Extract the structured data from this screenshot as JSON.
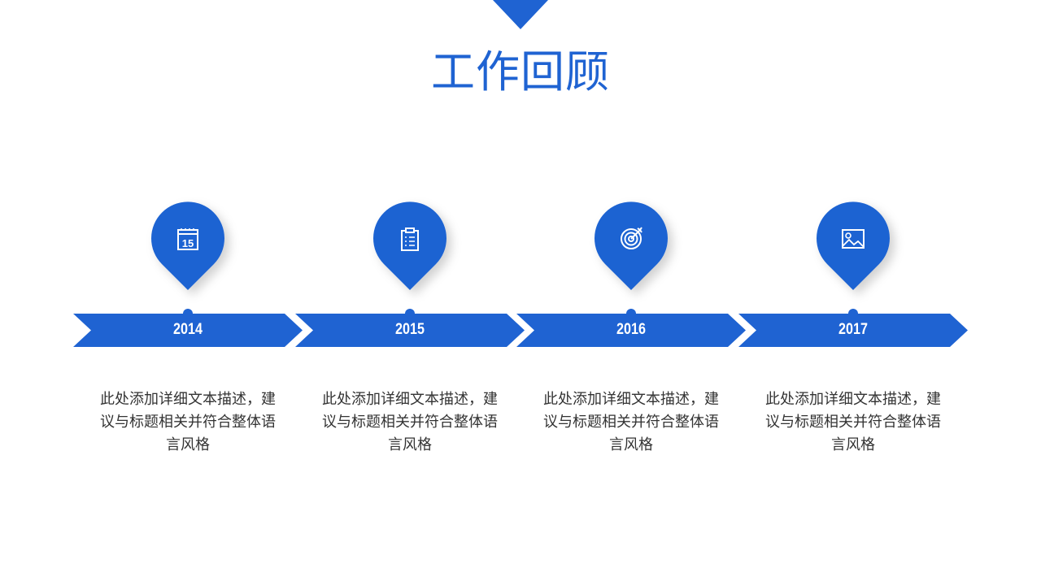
{
  "title": "工作回顾",
  "accent_color": "#1f63d2",
  "items": [
    {
      "year": "2014",
      "icon": "calendar-icon",
      "icon_text": "15",
      "desc": "此处添加详细文本描述，建议与标题相关并符合整体语言风格"
    },
    {
      "year": "2015",
      "icon": "clipboard-icon",
      "desc": "此处添加详细文本描述，建议与标题相关并符合整体语言风格"
    },
    {
      "year": "2016",
      "icon": "target-icon",
      "desc": "此处添加详细文本描述，建议与标题相关并符合整体语言风格"
    },
    {
      "year": "2017",
      "icon": "image-icon",
      "desc": "此处添加详细文本描述，建议与标题相关并符合整体语言风格"
    }
  ]
}
